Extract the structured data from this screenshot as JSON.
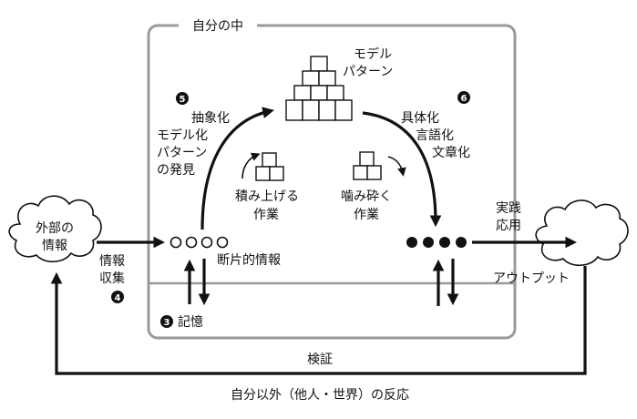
{
  "diagram": {
    "self_box_label": "自分の中",
    "external_info": [
      "外部の",
      "情報"
    ],
    "collect": {
      "lines": [
        "情報",
        "収集"
      ],
      "step": "4"
    },
    "fragments_label": "断片的情報",
    "memory": {
      "step": "3",
      "label": "記憶"
    },
    "output_label": "アウトプット",
    "practice": [
      "実践",
      "応用"
    ],
    "abstraction": {
      "step": "5",
      "lines": [
        "抽象化",
        "モデル化",
        "パターン",
        "の発見"
      ]
    },
    "model_pattern": [
      "モデル",
      "パターン"
    ],
    "concretization": {
      "step": "6",
      "lines": [
        "具体化",
        "言語化",
        "文章化"
      ]
    },
    "stacking": [
      "積み上げる",
      "作業"
    ],
    "chewing": [
      "噛み砕く",
      "作業"
    ],
    "verification": "検証",
    "reaction": "自分以外（他人・世界）の反応"
  }
}
